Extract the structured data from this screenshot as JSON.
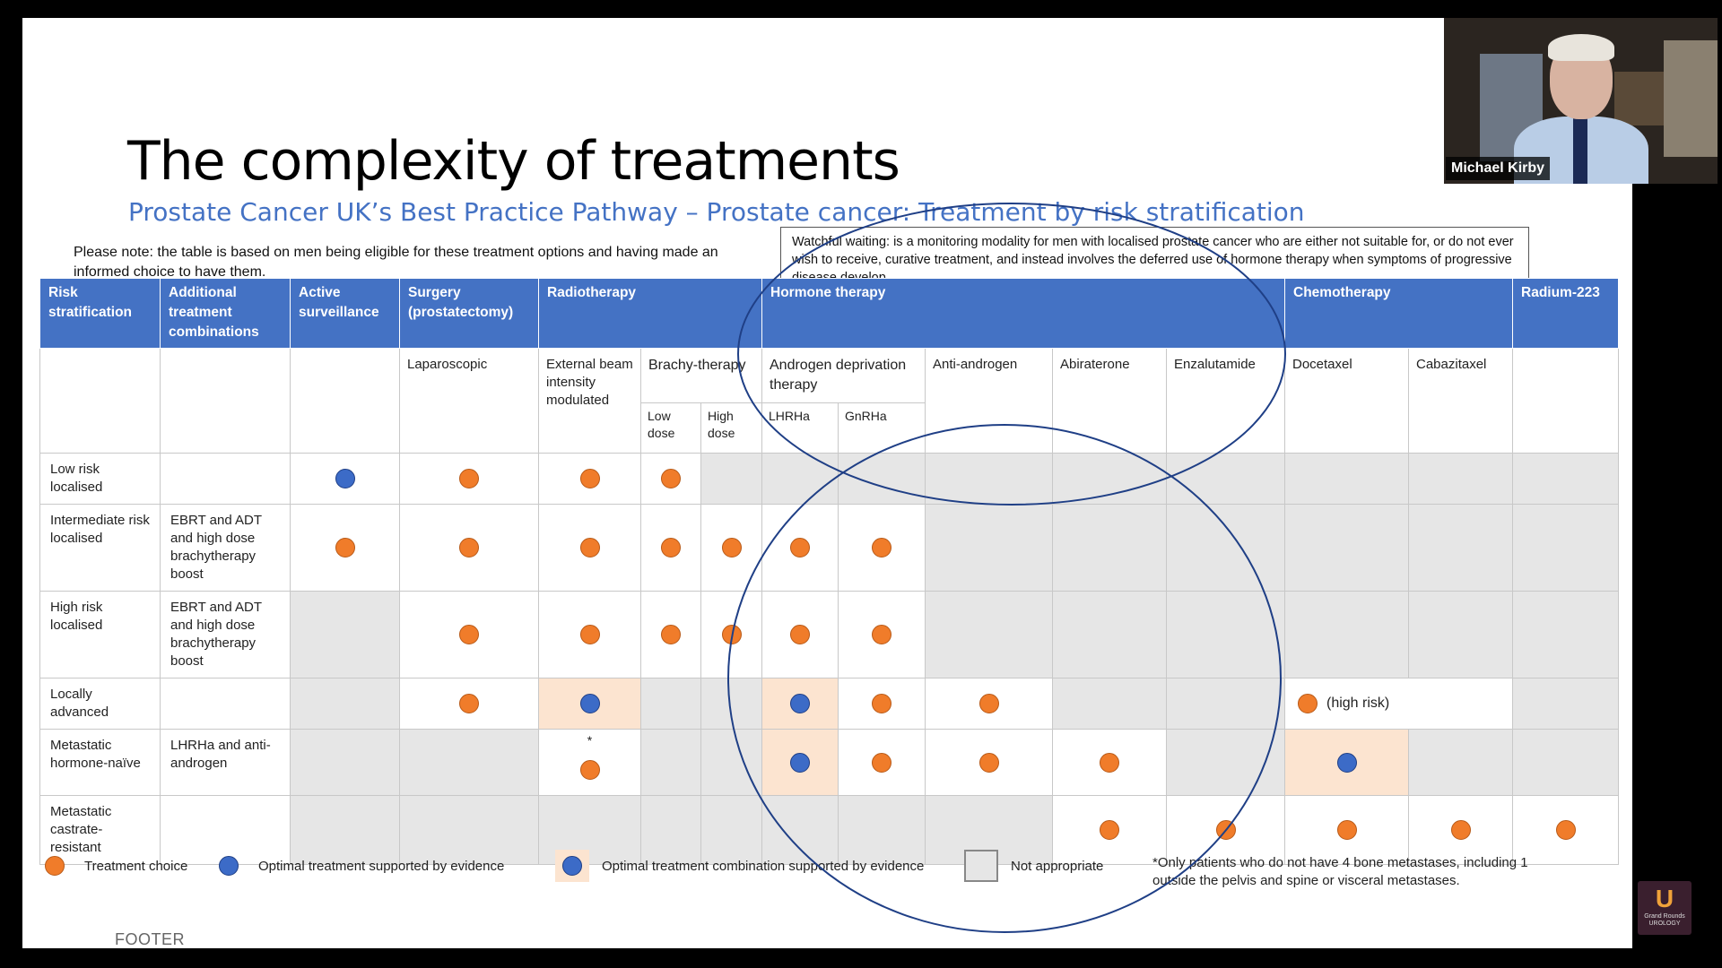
{
  "slide": {
    "title": "The complexity of treatments",
    "subtitle": "Prostate Cancer UK’s Best Practice Pathway – Prostate cancer: Treatment by risk stratification",
    "note": "Please note: the table is based on men being eligible for these treatment options and having made an informed choice to have them.",
    "callout": "Watchful waiting: is a monitoring modality for men with localised prostate cancer who are either not suitable for, or do not ever wish to receive, curative treatment, and instead involves the deferred use of hormone therapy when symptoms of progressive disease develop.",
    "footer": "FOOTER"
  },
  "table": {
    "headers": {
      "risk": "Risk stratification",
      "additional": "Additional treatment combinations",
      "active": "Active surveillance",
      "surgery": "Surgery (prostatectomy)",
      "radio": "Radiotherapy",
      "hormone": "Hormone therapy",
      "chemo": "Chemotherapy",
      "radium": "Radium-223"
    },
    "subheaders": {
      "laparoscopic": "Laparoscopic",
      "ebrt": "External beam intensity modulated",
      "brachy": "Brachy-therapy",
      "low_dose": "Low dose",
      "high_dose": "High dose",
      "adt": "Androgen deprivation therapy",
      "lhrha": "LHRHa",
      "gnrha": "GnRHa",
      "anti": "Anti-androgen",
      "abi": "Abiraterone",
      "enza": "Enzalutamide",
      "doce": "Docetaxel",
      "caba": "Cabazitaxel"
    },
    "rows": {
      "r1": {
        "label": "Low risk localised",
        "additional": ""
      },
      "r2": {
        "label": "Intermediate risk localised",
        "additional": "EBRT and ADT and high dose brachytherapy boost"
      },
      "r3": {
        "label": "High risk localised",
        "additional": "EBRT and ADT and high dose brachytherapy boost"
      },
      "r4": {
        "label": "Locally advanced",
        "additional": "",
        "chemo_note": "(high risk)"
      },
      "r5": {
        "label": "Metastatic hormone-naïve",
        "additional": "LHRHa and anti-androgen",
        "star": "*"
      },
      "r6": {
        "label": "Metastatic castrate-resistant",
        "additional": ""
      }
    }
  },
  "legend": {
    "choice": "Treatment choice",
    "optimal": "Optimal treatment supported by evidence",
    "combo": "Optimal treatment combination supported by evidence",
    "na": "Not appropriate",
    "footnote": "*Only patients who do not have 4 bone metastases, including 1 outside the pelvis and spine or visceral metastases."
  },
  "video": {
    "name": "Michael Kirby"
  },
  "logo": {
    "mark": "U",
    "text": "Grand Rounds UROLOGY"
  },
  "colors": {
    "header_blue": "#4472C4",
    "orange": "#F07C2A",
    "blue_dot": "#3C6BC7",
    "peach": "#fce4d0",
    "grey": "#e6e6e6"
  }
}
